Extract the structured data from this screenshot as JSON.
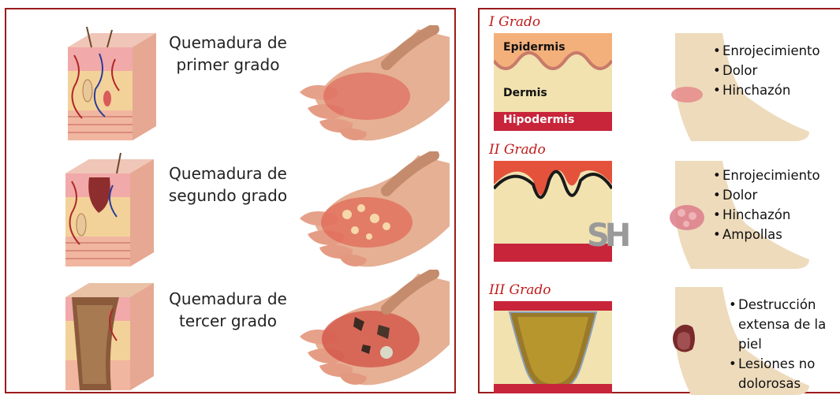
{
  "left_panel": {
    "captions": [
      {
        "line1": "Quemadura de",
        "line2": "primer grado"
      },
      {
        "line1": "Quemadura de",
        "line2": "segundo grado"
      },
      {
        "line1": "Quemadura de",
        "line2": "tercer grado"
      }
    ]
  },
  "right_panel": {
    "grades": [
      {
        "title": "I Grado",
        "symptoms": [
          "Enrojecimiento",
          "Dolor",
          "Hinchazón"
        ]
      },
      {
        "title": "II Grado",
        "symptoms": [
          "Enrojecimiento",
          "Dolor",
          "Hinchazón",
          "Ampollas"
        ]
      },
      {
        "title": "III Grado",
        "symptoms": [
          "Destrucción extensa de la piel",
          "Lesiones no dolorosas"
        ]
      }
    ],
    "layers": {
      "epidermis": "Epidermis",
      "dermis": "Dermis",
      "hipodermis": "Hipodermis"
    },
    "watermark": "SH"
  },
  "colors": {
    "border": "#9b1b1b",
    "grade_title": "#c01919"
  }
}
